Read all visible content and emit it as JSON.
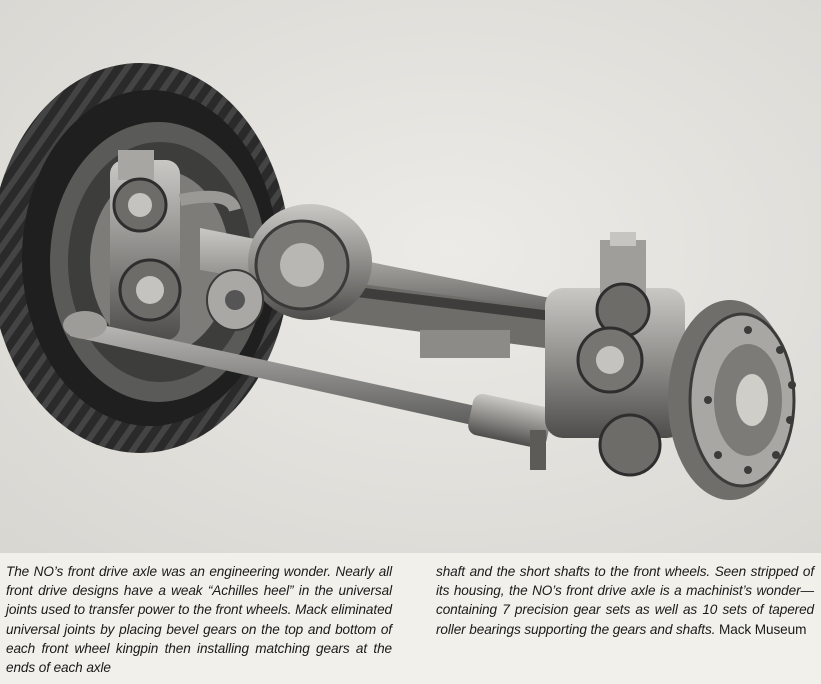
{
  "caption": {
    "left_text": "The NO’s front drive axle was an engineering wonder. Nearly all front drive designs have a weak “Achilles heel” in the universal joints used to transfer power to the front wheels. Mack eliminated universal joints by placing bevel gears on the top and bottom of each front wheel kingpin then installing matching gears at the ends of each axle",
    "right_text": "shaft and the short shafts to the front wheels. Seen stripped of its housing, the NO’s front drive axle is a machinist’s wonder—containing 7 precision gear sets as well as 10 sets of tapered roller bearings supporting the gears and shafts.",
    "credit": "Mack Museum"
  },
  "colors": {
    "background": "#f2f0ea",
    "photo_bg": "#e6e4df",
    "tire": "#2b2b2b",
    "metal": "#8a8a88"
  }
}
